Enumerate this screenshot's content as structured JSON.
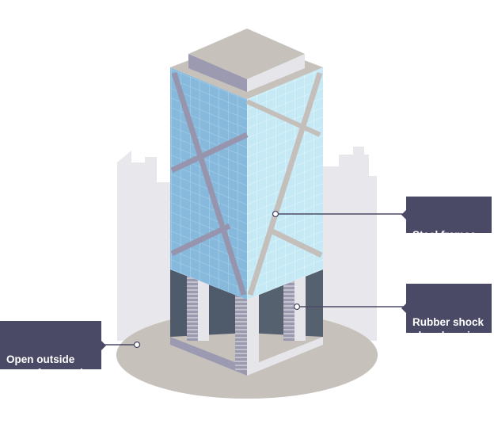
{
  "labels": {
    "steel_frames": "Steel frames\nthat can sway",
    "shock_absorbers": "Rubber shock\nabsorbers in\nfoundations",
    "open_areas": "Open outside\nareas for people\nto assemble"
  },
  "colors": {
    "callout_bg": "#4b4a66",
    "glass_left": "#86b9dc",
    "glass_right": "#c5e9f5",
    "ground": "#c7c1bc",
    "skyline": "#e6e5ea"
  }
}
